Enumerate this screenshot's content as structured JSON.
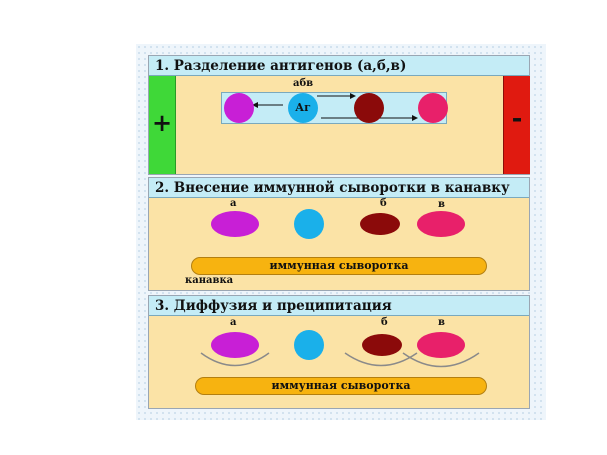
{
  "step1": {
    "title": "1. Разделение антигенов (а,б,в)",
    "plus": "+",
    "minus": "-",
    "abv_label": "абв",
    "ag_label": "Аг"
  },
  "step2": {
    "title": "2. Внесение иммунной сыворотки в канавку",
    "label_a": "а",
    "label_b": "б",
    "label_v": "в",
    "serum": "иммунная сыворотка",
    "groove": "канавка"
  },
  "step3": {
    "title": "3. Диффузия и преципитация",
    "label_a": "а",
    "label_b": "б",
    "label_v": "в",
    "serum": "иммунная сыворотка"
  },
  "colors": {
    "antigen_a": "#c81fd6",
    "antigen_center": "#1ab0ea",
    "antigen_b": "#8b0a0a",
    "antigen_v": "#e8206a",
    "anode": "#3fd838",
    "cathode": "#e01a10",
    "panel_bg": "#fbe3a6",
    "title_bg": "#c4ecf6",
    "serum": "#f7b310"
  }
}
